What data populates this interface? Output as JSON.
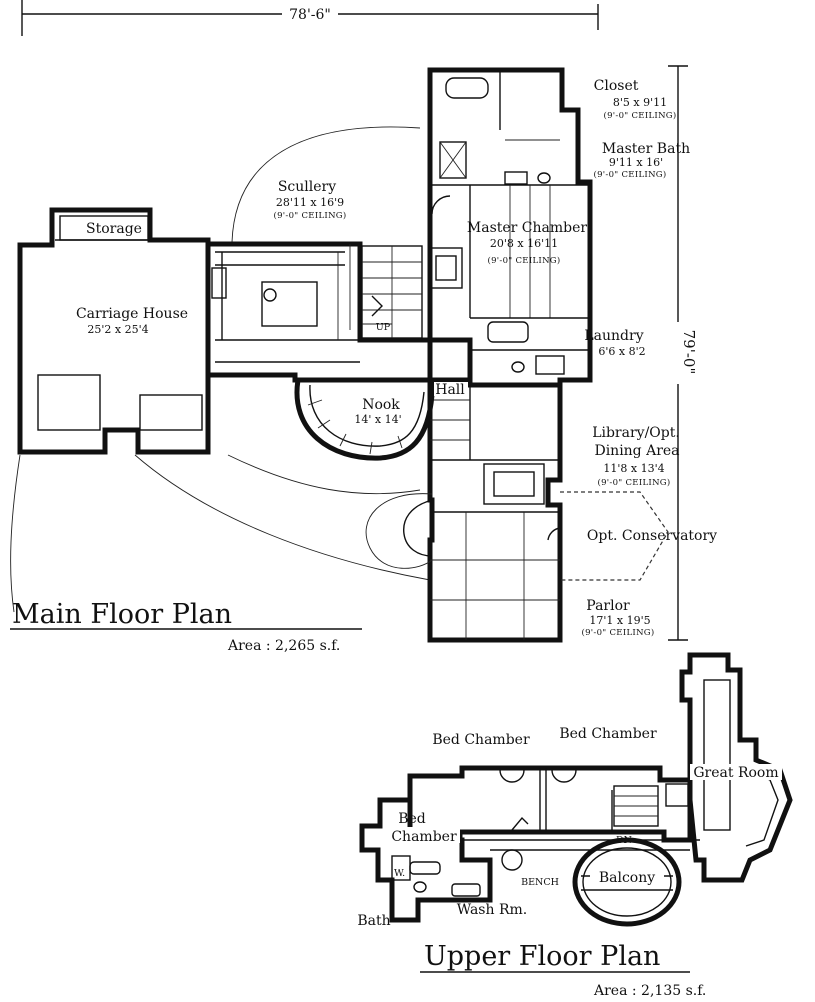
{
  "overall_width": "78'-6\"",
  "overall_depth": "79'-0\"",
  "main_floor": {
    "title": "Main Floor Plan",
    "area": "Area : 2,265 s.f.",
    "rooms": {
      "closet": {
        "name": "Closet",
        "dims": "8'5 x 9'11",
        "ceiling": "(9'-0\" CEILING)"
      },
      "master_bath": {
        "name": "Master Bath",
        "dims": "9'11 x 16'",
        "ceiling": "(9'-0\" CEILING)"
      },
      "scullery": {
        "name": "Scullery",
        "dims": "28'11 x 16'9",
        "ceiling": "(9'-0\" CEILING)"
      },
      "storage": {
        "name": "Storage"
      },
      "master_chamber": {
        "name": "Master Chamber",
        "dims": "20'8 x 16'11",
        "ceiling": "(9'-0\" CEILING)"
      },
      "carriage_house": {
        "name": "Carriage House",
        "dims": "25'2 x 25'4"
      },
      "laundry": {
        "name": "Laundry",
        "dims": "6'6 x 8'2"
      },
      "nook": {
        "name": "Nook",
        "dims": "14' x 14'"
      },
      "hall": {
        "name": "Hall"
      },
      "library": {
        "name": "Library/Opt.",
        "name2": "Dining Area",
        "dims": "11'8 x 13'4",
        "ceiling": "(9'-0\" CEILING)"
      },
      "conservatory": {
        "name": "Opt. Conservatory"
      },
      "parlor": {
        "name": "Parlor",
        "dims": "17'1 x 19'5",
        "ceiling": "(9'-0\" CEILING)"
      },
      "stair_up": "UP"
    }
  },
  "upper_floor": {
    "title": "Upper Floor Plan",
    "area": "Area : 2,135 s.f.",
    "rooms": {
      "bed_chamber_1": "Bed Chamber",
      "bed_chamber_2": "Bed Chamber",
      "bed_chamber_3": "Bed",
      "bed_chamber_3b": "Chamber",
      "great_room": "Great Room",
      "balcony": "Balcony",
      "bench": "BENCH",
      "bath": "Bath",
      "wash_room": "Wash Rm.",
      "w": "W.",
      "dn": "DN"
    }
  }
}
